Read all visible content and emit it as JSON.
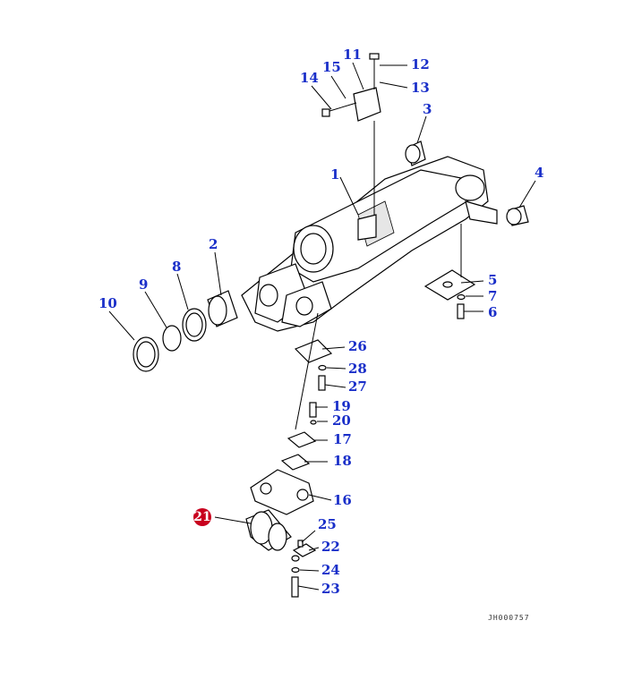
{
  "diagram": {
    "drawing_code": "JH000757",
    "callouts": [
      "1",
      "2",
      "3",
      "4",
      "5",
      "6",
      "7",
      "8",
      "9",
      "10",
      "11",
      "12",
      "13",
      "14",
      "15",
      "16",
      "17",
      "18",
      "19",
      "20",
      "21",
      "22",
      "23",
      "24",
      "25",
      "26",
      "27",
      "28"
    ],
    "highlighted_callout": "21",
    "colors": {
      "callout": "#1a2fc9",
      "highlight": "#c8001e",
      "linework": "#000000"
    }
  }
}
